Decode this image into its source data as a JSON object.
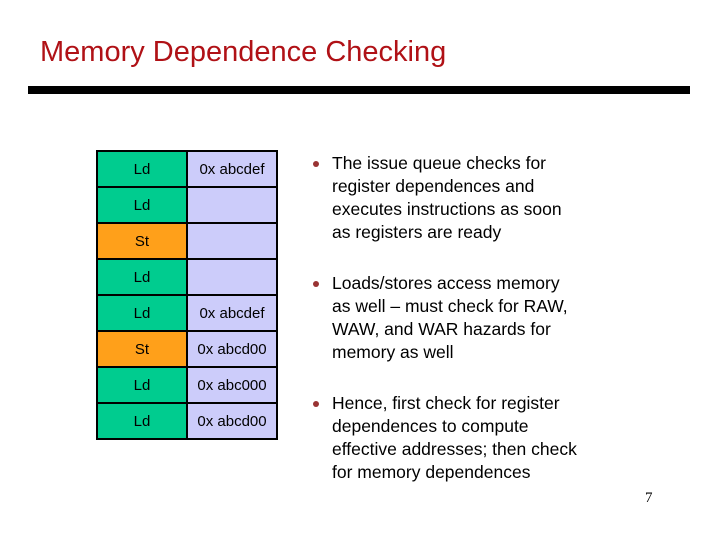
{
  "slide": {
    "title": "Memory Dependence Checking",
    "page_number": "7"
  },
  "colors": {
    "title_red": "#b01116",
    "rule_black": "#000000",
    "load_green": "#00cc8f",
    "store_orange": "#ffa01a",
    "addr_lavender": "#ccccfa",
    "bullet_marker": "#993333"
  },
  "table": {
    "rows": [
      {
        "op": "Ld",
        "kind": "load",
        "addr": "0x abcdef"
      },
      {
        "op": "Ld",
        "kind": "load",
        "addr": ""
      },
      {
        "op": "St",
        "kind": "store",
        "addr": ""
      },
      {
        "op": "Ld",
        "kind": "load",
        "addr": ""
      },
      {
        "op": "Ld",
        "kind": "load",
        "addr": "0x abcdef"
      },
      {
        "op": "St",
        "kind": "store",
        "addr": "0x abcd00"
      },
      {
        "op": "Ld",
        "kind": "load",
        "addr": "0x abc000"
      },
      {
        "op": "Ld",
        "kind": "load",
        "addr": "0x abcd00"
      }
    ]
  },
  "bullets": [
    {
      "lines": [
        "The issue queue checks for",
        "register dependences and",
        "executes instructions as soon",
        "as registers are ready"
      ]
    },
    {
      "lines": [
        "Loads/stores access memory",
        "as well – must check for RAW,",
        "WAW, and WAR hazards for",
        "memory as well"
      ]
    },
    {
      "lines": [
        "Hence, first check for register",
        "dependences to compute",
        "effective addresses; then check",
        "for memory dependences"
      ]
    }
  ]
}
